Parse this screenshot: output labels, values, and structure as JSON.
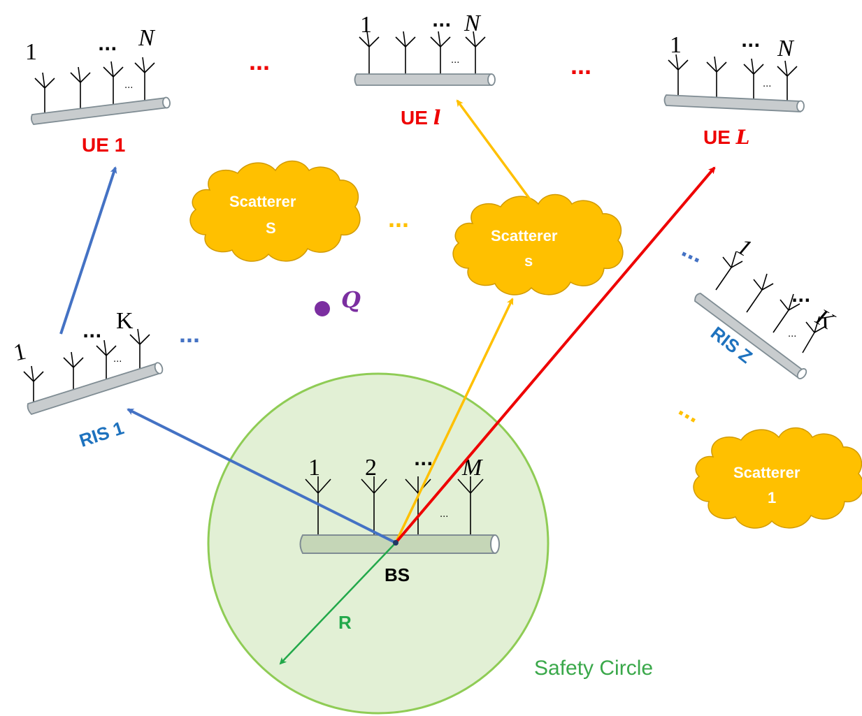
{
  "diagram": {
    "ue": [
      {
        "name": "UE 1",
        "prefix": "UE ",
        "suffix": "1",
        "idx_first": "1",
        "idx_dots": "...",
        "idx_last": "N",
        "under_dots": "..."
      },
      {
        "name": "UE l",
        "prefix": "UE ",
        "suffix": "l",
        "idx_first": "1",
        "idx_dots": "...",
        "idx_last": "N",
        "under_dots": "..."
      },
      {
        "name": "UE L",
        "prefix": "UE ",
        "suffix": "L",
        "idx_first": "1",
        "idx_dots": "...",
        "idx_last": "N",
        "under_dots": "..."
      }
    ],
    "ris": [
      {
        "label": "RIS 1",
        "idx_first": "1",
        "idx_dots": "...",
        "idx_last": "K",
        "under_dots": "..."
      },
      {
        "label": "RIS Z",
        "idx_first": "1",
        "idx_dots": "...",
        "idx_last": "K",
        "under_dots": "..."
      }
    ],
    "scatterers": [
      {
        "line1": "Scatterer",
        "line2": "S"
      },
      {
        "line1": "Scatterer",
        "line2": "s"
      },
      {
        "line1": "Scatterer",
        "line2": "1"
      }
    ],
    "bs": {
      "label": "BS",
      "antenna_labels": [
        "1",
        "2",
        "...",
        "M"
      ],
      "under_dots": "..."
    },
    "point_label": "Q",
    "radius_label": "R",
    "safety_circle_label": "Safety Circle",
    "ellipsis": "...",
    "colors": {
      "ue_text": "#ee0000",
      "ris_text": "#1e72be",
      "link_ris": "#4472c4",
      "link_scatterer": "#ffc000",
      "link_ue": "#ee0000",
      "radius": "#22a84a",
      "circle_fill": "#e2f0d5",
      "circle_stroke": "#8fcc55",
      "cloud_fill": "#ffc000",
      "cloud_stroke": "#d19a00",
      "point": "#7b2ea0"
    }
  }
}
